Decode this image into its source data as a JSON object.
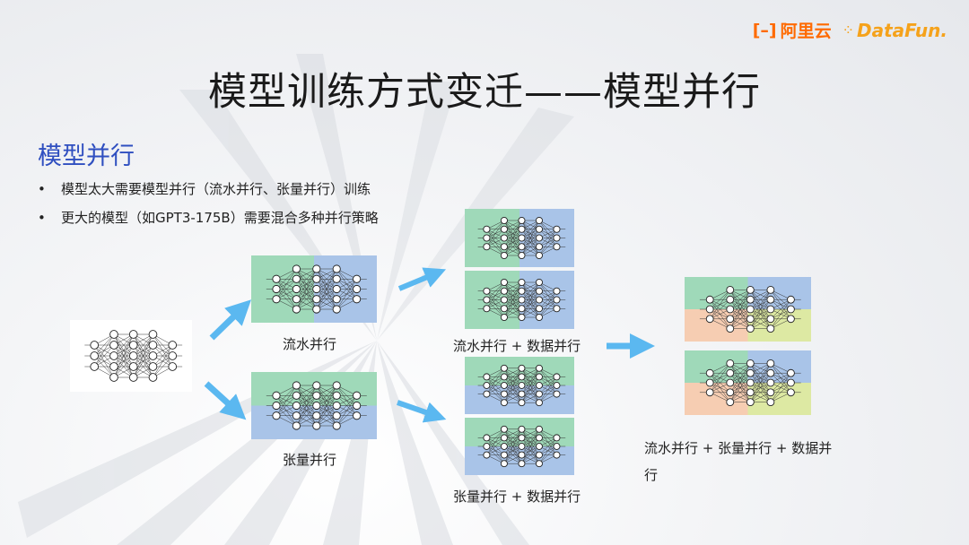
{
  "title": "模型训练方式变迁——模型并行",
  "subtitle": "模型并行",
  "bullets": [
    "模型太大需要模型并行（流水并行、张量并行）训练",
    "更大的模型（如GPT3-175B）需要混合多种并行策略"
  ],
  "captions": {
    "pipeline": "流水并行",
    "tensor": "张量并行",
    "pipeline_data": "流水并行 + 数据并行",
    "tensor_data": "张量并行 + 数据并行",
    "hybrid_line1": "流水并行 + 张量并行 + 数据并",
    "hybrid_line2": "行"
  },
  "logos": {
    "aliyun": "阿里云",
    "datafun": "DataFun."
  },
  "colors": {
    "green": "#9fd9b9",
    "blue": "#a9c4e8",
    "orange": "#f6cdb2",
    "lime": "#dde9a3",
    "arrow": "#5bb8f0",
    "title": "#1a1a1a",
    "subtitle": "#2f4fc0"
  }
}
